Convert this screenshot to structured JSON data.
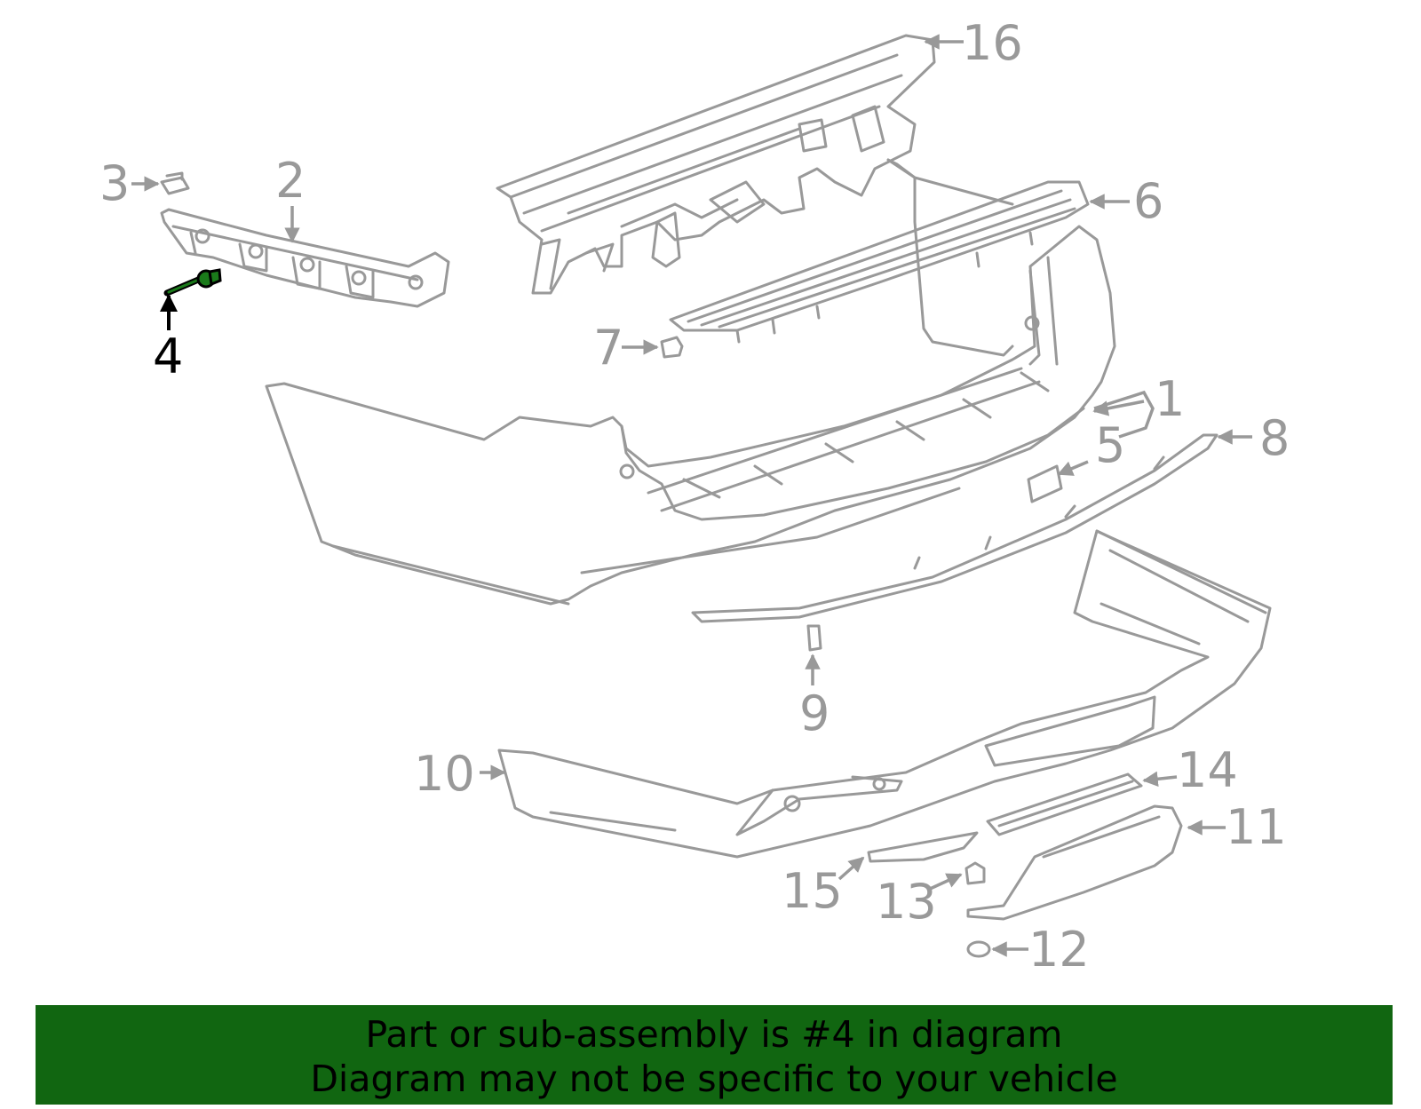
{
  "diagram": {
    "callouts": [
      "1",
      "2",
      "3",
      "4",
      "5",
      "6",
      "7",
      "8",
      "9",
      "10",
      "11",
      "12",
      "13",
      "14",
      "15",
      "16"
    ],
    "highlighted_part": "4",
    "colors": {
      "line": "#999999",
      "highlight_line": "#000000",
      "highlight_part": "#1a7a1a",
      "banner_bg": "#116611",
      "banner_text": "#000000"
    }
  },
  "banner": {
    "line1": "Part or sub-assembly is #4 in diagram",
    "line2": "Diagram may not be specific to your vehicle"
  }
}
